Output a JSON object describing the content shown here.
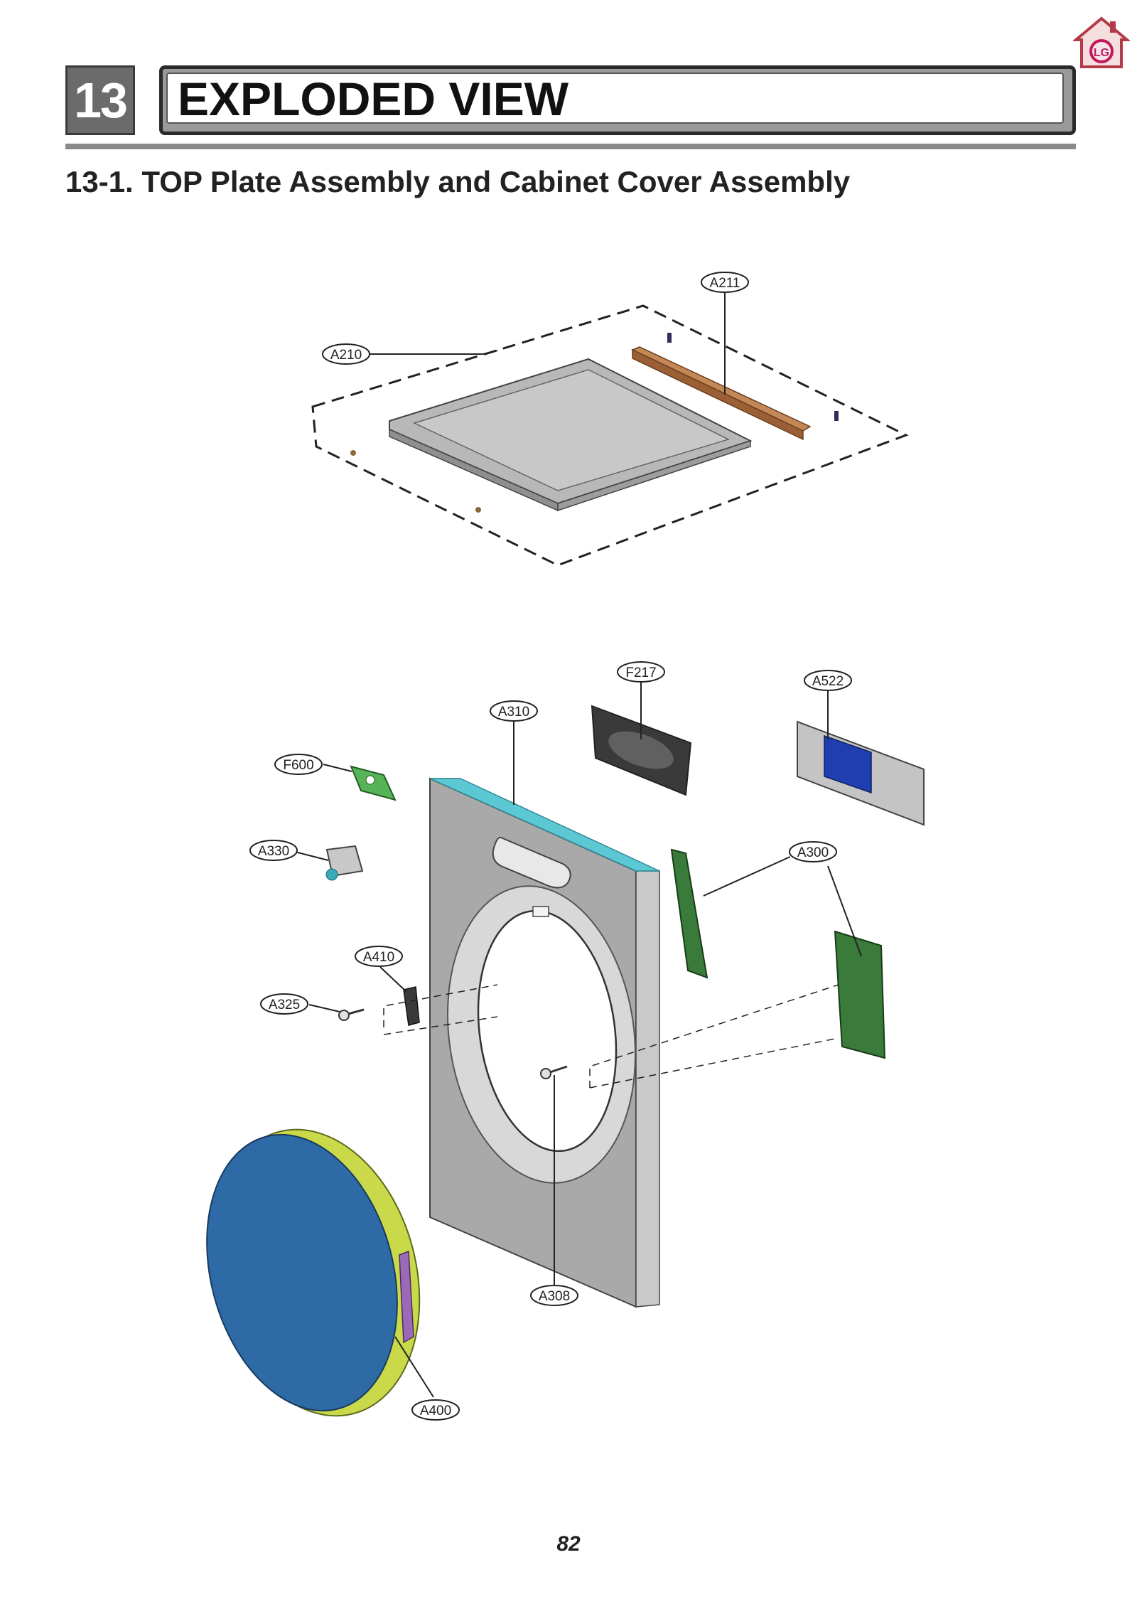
{
  "header": {
    "chapter_number": "13",
    "title": "EXPLODED VIEW",
    "subtitle": "13-1. TOP Plate Assembly and Cabinet Cover Assembly"
  },
  "callouts": {
    "A211": "A211",
    "A210": "A210",
    "F217": "F217",
    "A522": "A522",
    "A310": "A310",
    "F600": "F600",
    "A330": "A330",
    "A300": "A300",
    "A410": "A410",
    "A325": "A325",
    "A308": "A308",
    "A400": "A400"
  },
  "logo": {
    "text": "LG",
    "icon": "lg-house-logo-icon"
  },
  "colors": {
    "cabinet_grey": "#a9a9a9",
    "top_edge_cyan": "#5cc8d4",
    "door_blue": "#2e6aa6",
    "door_rim_yellow": "#c9d94a",
    "hinge_green": "#3a7a3a",
    "display_blue": "#1f3fb0",
    "rail_brown": "#b0764a"
  },
  "footer": {
    "page_number": "82"
  }
}
